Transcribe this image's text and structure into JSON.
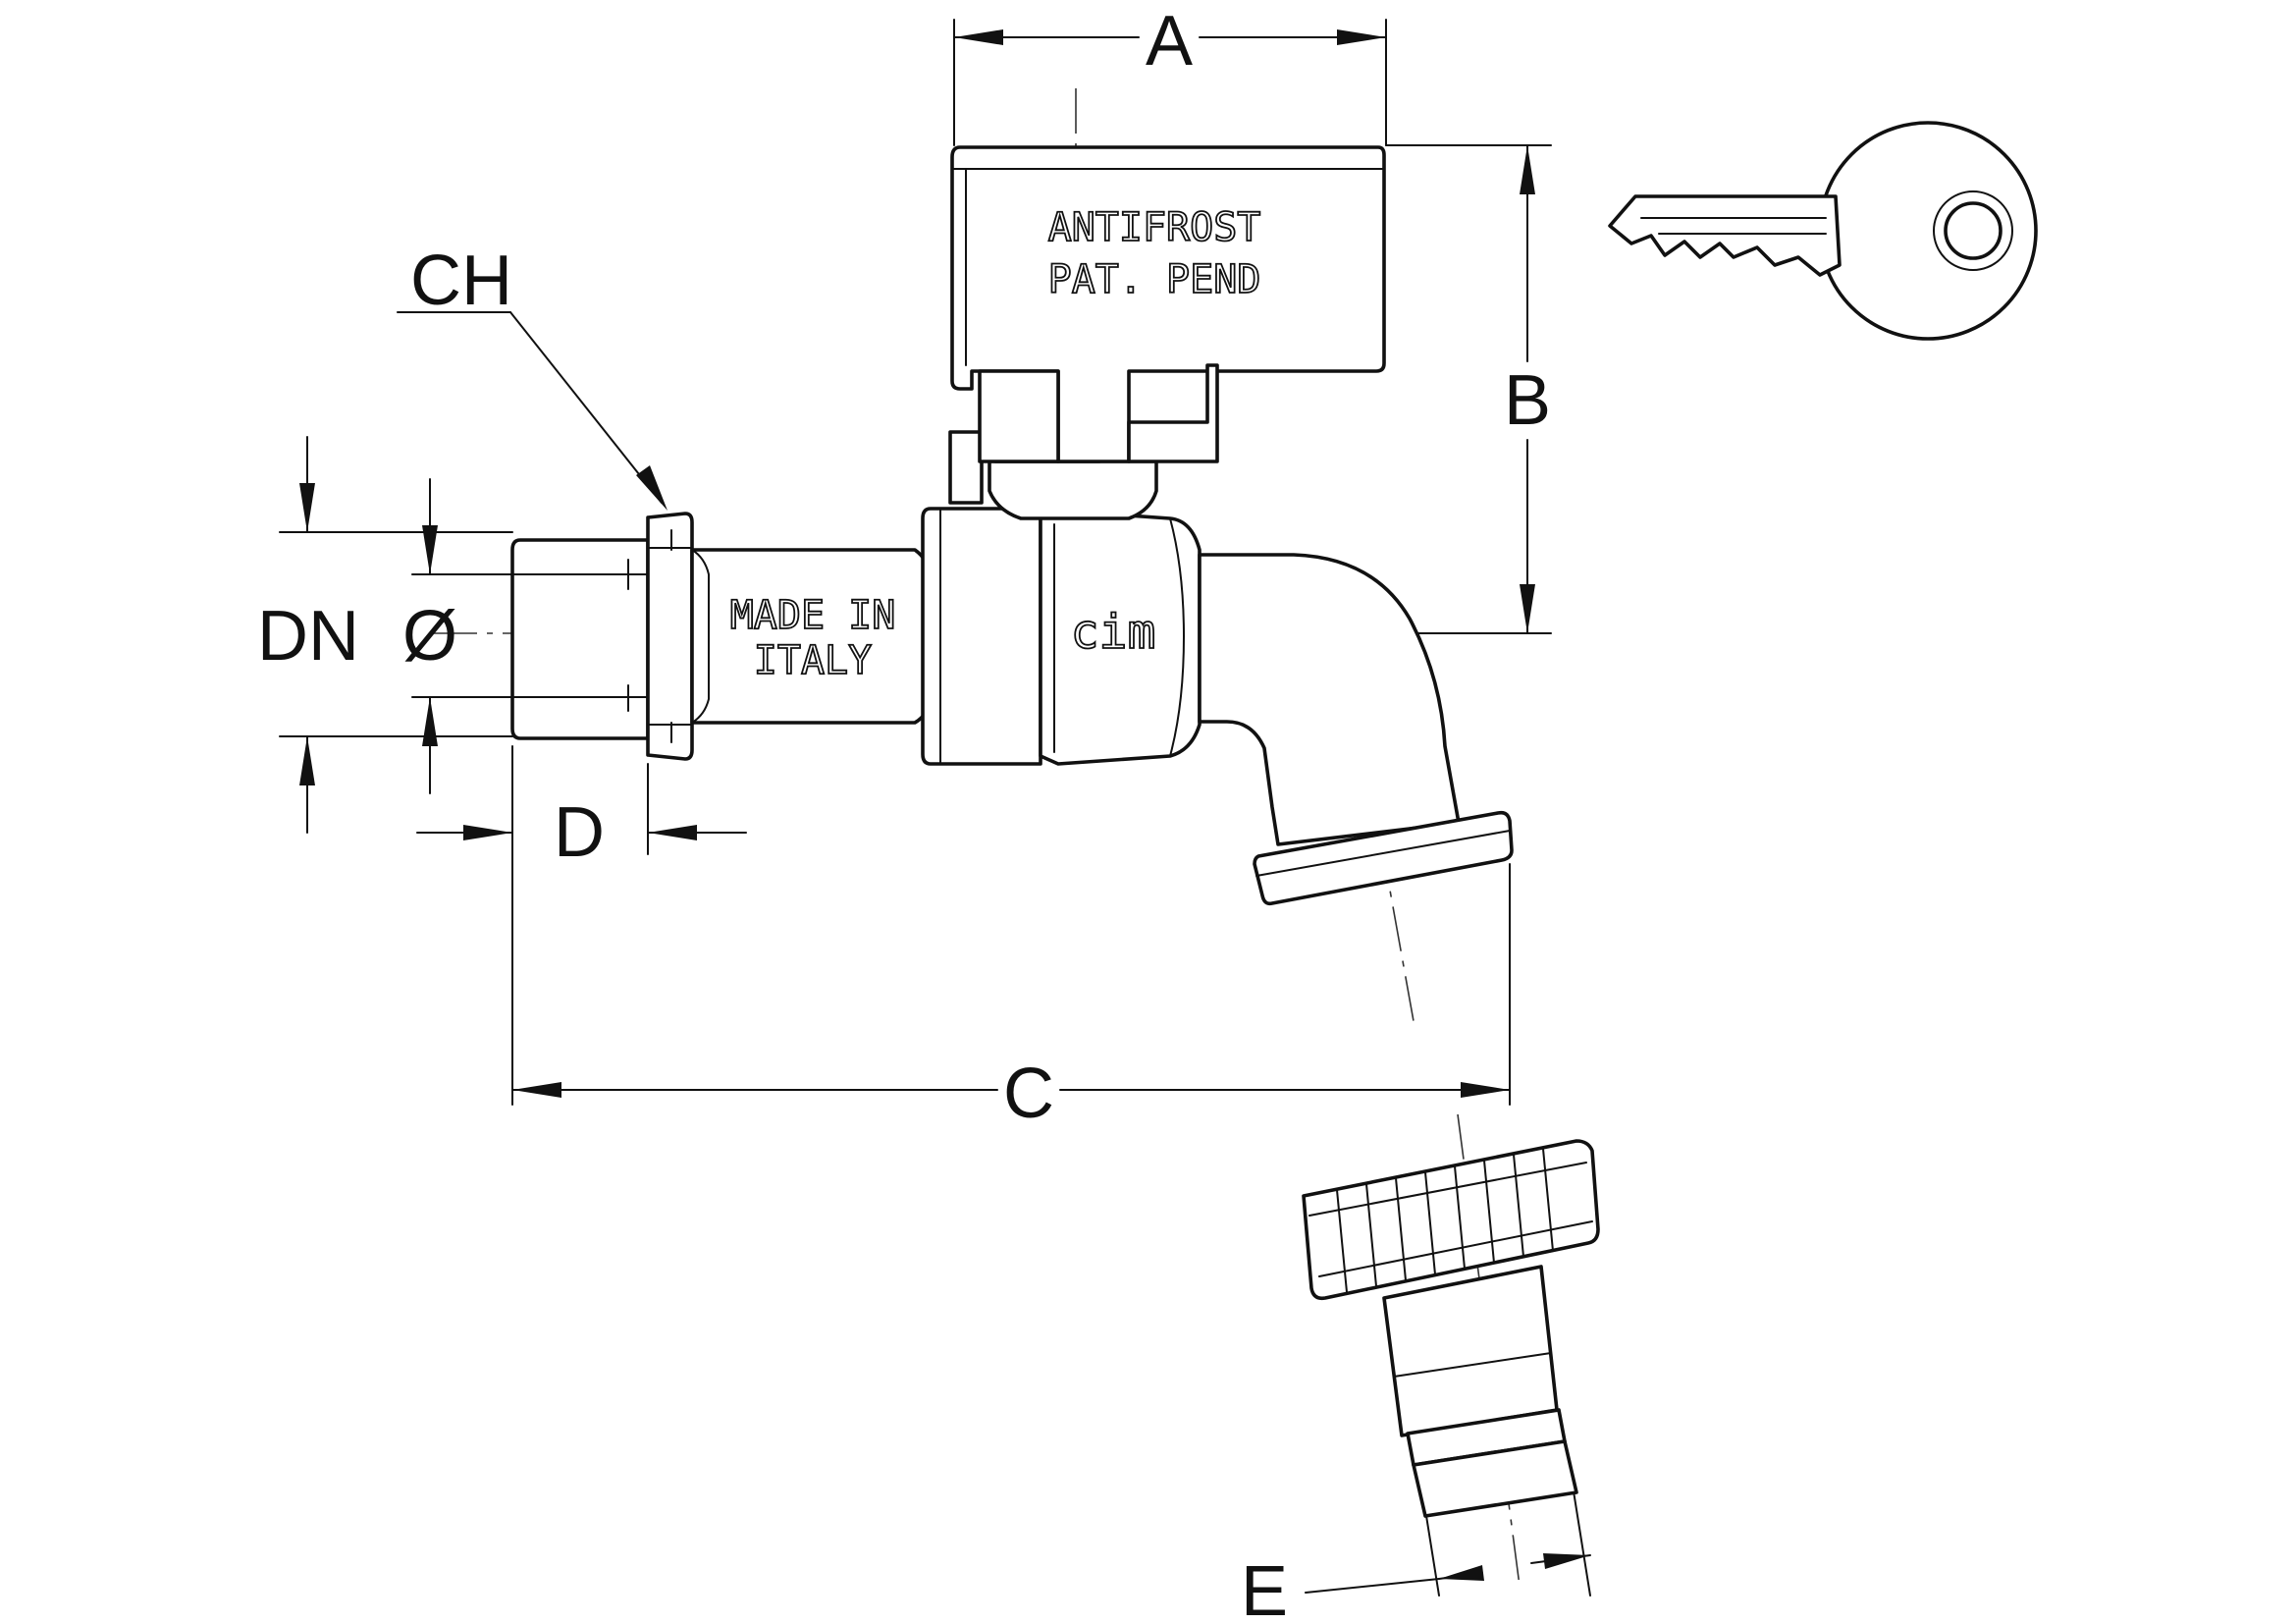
{
  "labels": {
    "A": "A",
    "B": "B",
    "C": "C",
    "D": "D",
    "E": "E",
    "CH": "CH",
    "DN": "DN",
    "diameter": "Ø"
  },
  "markings": {
    "handle_line1": "ANTIFROST",
    "handle_line2": "PAT. PEND",
    "pipe_line1": "MADE IN",
    "pipe_line2": "ITALY",
    "brand": "cim"
  }
}
